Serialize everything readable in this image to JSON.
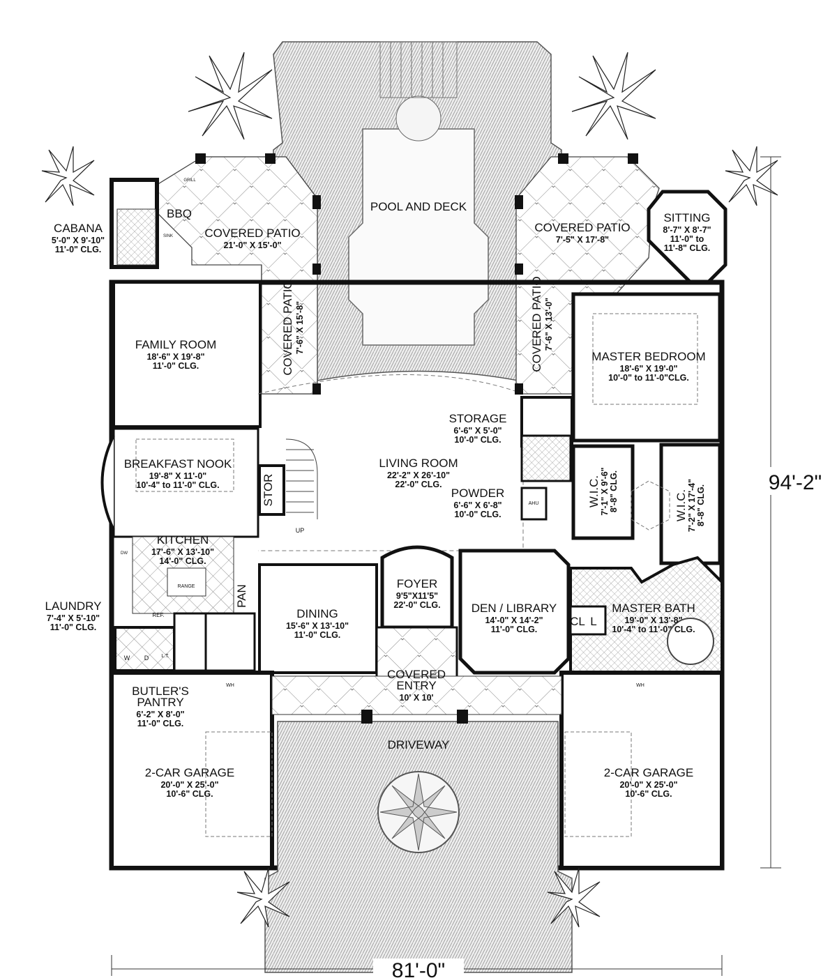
{
  "plan": {
    "overall_width": "81'-0\"",
    "overall_depth": "94'-2\""
  },
  "rooms": [
    {
      "id": "pool",
      "lines": [
        "POOL AND DECK"
      ]
    },
    {
      "id": "bbq",
      "lines": [
        "BBQ"
      ]
    },
    {
      "id": "cabana",
      "lines": [
        "CABANA",
        "5'-0\" X 9'-10\"",
        "11'-0\" CLG."
      ]
    },
    {
      "id": "patio-left",
      "lines": [
        "COVERED PATIO",
        "21'-0\" X 15'-0\""
      ]
    },
    {
      "id": "patio-right",
      "lines": [
        "COVERED PATIO",
        "7'-5\" X 17'-8\""
      ]
    },
    {
      "id": "sitting",
      "lines": [
        "SITTING",
        "8'-7\" X 8'-7\"",
        "11'-0\" to",
        "11'-8\" CLG."
      ]
    },
    {
      "id": "patio-left-vert",
      "lines": [
        "COVERED PATIO",
        "7'-6\" X 15'-8\""
      ]
    },
    {
      "id": "patio-right-vert",
      "lines": [
        "COVERED PATIO",
        "7'-6\" X 13'-0\""
      ]
    },
    {
      "id": "family",
      "lines": [
        "FAMILY ROOM",
        "18'-6\" X 19'-8\"",
        "11'-0\" CLG."
      ]
    },
    {
      "id": "master-bed",
      "lines": [
        "MASTER BEDROOM",
        "18'-6\" X 19'-0\"",
        "10'-0\" to 11'-0\"CLG."
      ]
    },
    {
      "id": "storage",
      "lines": [
        "STORAGE",
        "6'-6\" X 5'-0\"",
        "10'-0\" CLG."
      ]
    },
    {
      "id": "nook",
      "lines": [
        "BREAKFAST NOOK",
        "19'-8\" X 11'-0\"",
        "10'-4\" to 11'-0\" CLG."
      ]
    },
    {
      "id": "living",
      "lines": [
        "LIVING ROOM",
        "22'-2\" X 26'-10\"",
        "22'-0\" CLG."
      ]
    },
    {
      "id": "powder",
      "lines": [
        "POWDER",
        "6'-6\" X 6'-8\"",
        "10'-0\" CLG."
      ]
    },
    {
      "id": "kitchen",
      "lines": [
        "KITCHEN",
        "17'-6\" X 13'-10\"",
        "14'-0\" CLG."
      ]
    },
    {
      "id": "foyer",
      "lines": [
        "FOYER",
        "9'5\"X11'5\"",
        "22'-0\" CLG."
      ]
    },
    {
      "id": "dining",
      "lines": [
        "DINING",
        "15'-6\" X 13'-10\"",
        "11'-0\" CLG."
      ]
    },
    {
      "id": "den",
      "lines": [
        "DEN / LIBRARY",
        "14'-0\" X 14'-2\"",
        "11'-0\" CLG."
      ]
    },
    {
      "id": "master-bath",
      "lines": [
        "MASTER BATH",
        "19'-0\" X 13'-8\"",
        "10'-4\" to 11'-0\" CLG."
      ]
    },
    {
      "id": "laundry",
      "lines": [
        "LAUNDRY",
        "7'-4\" X 5'-10\"",
        "11'-0\" CLG."
      ]
    },
    {
      "id": "entry",
      "lines": [
        "COVERED",
        "ENTRY",
        "10' X 10'"
      ]
    },
    {
      "id": "butler",
      "lines": [
        "BUTLER'S",
        "PANTRY",
        "6'-2\" X 8'-0\"",
        "11'-0\" CLG."
      ]
    },
    {
      "id": "driveway",
      "lines": [
        "DRIVEWAY"
      ]
    },
    {
      "id": "garage-left",
      "lines": [
        "2-CAR GARAGE",
        "20'-0\" X 25'-0\"",
        "10'-6\" CLG."
      ]
    },
    {
      "id": "garage-right",
      "lines": [
        "2-CAR GARAGE",
        "20'-0\" X 25'-0\"",
        "10'-6\" CLG."
      ]
    }
  ],
  "small_labels": {
    "stor": "STOR",
    "pan": "PAN",
    "cl": "CL",
    "l": "L",
    "up": "UP",
    "wic1": [
      "W.I.C.",
      "7'-1\" X 9'-6\"",
      "8'-8\" CLG."
    ],
    "wic2": [
      "W.I.C.",
      "7'-2\" X 17'-4\"",
      "8'-8\" CLG."
    ],
    "ref": "REF.",
    "range": "RANGE",
    "w": "W",
    "d": "D",
    "lt": "L.T.",
    "ahu": "AHU",
    "wh": "WH",
    "grill": "GRILL",
    "sink": "SINK",
    "dw": "DW"
  }
}
